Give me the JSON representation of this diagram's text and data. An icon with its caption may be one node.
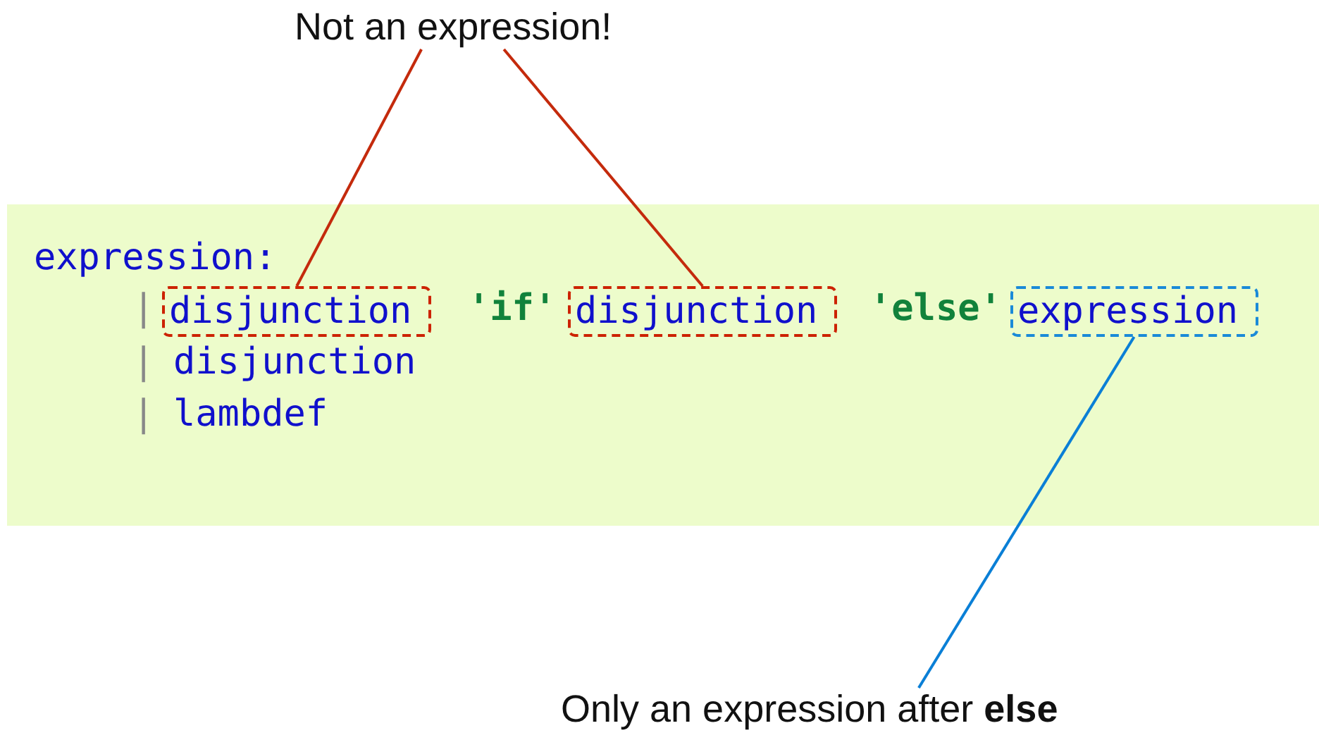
{
  "diagram": {
    "nodes": [
      {
        "text": [
          "Not an expression!"
        ]
      },
      {
        "text": [
          "expression:"
        ]
      },
      {
        "text": [
          "disjunction"
        ],
        "in": 1
      },
      {
        "text": [
          "disjunction"
        ],
        "in": 1
      },
      {
        "text": [
          "expression"
        ],
        "in": 1
      },
      {
        "text": [
          "Only an expression after **else**"
        ]
      }
    ],
    "edges": [
      {
        "from": 0,
        "to": 2,
        "arrow": "none"
      },
      {
        "from": 0,
        "to": 3,
        "arrow": "none"
      },
      {
        "from": 5,
        "to": 4,
        "arrow": "none",
        "color": "#0a7fd6"
      }
    ],
    "labels": [
      "|",
      "'if'",
      "'else'",
      "|",
      "disjunction",
      "|",
      "lambdef"
    ]
  }
}
